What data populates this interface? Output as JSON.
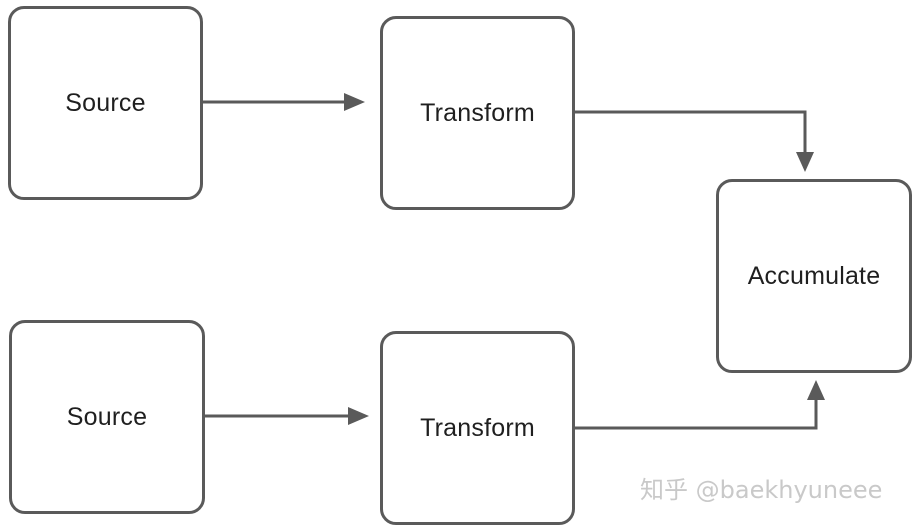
{
  "diagram": {
    "nodes": [
      {
        "id": "source-1",
        "label": "Source"
      },
      {
        "id": "transform-1",
        "label": "Transform"
      },
      {
        "id": "accumulate",
        "label": "Accumulate"
      },
      {
        "id": "source-2",
        "label": "Source"
      },
      {
        "id": "transform-2",
        "label": "Transform"
      }
    ],
    "edges": [
      {
        "from": "source-1",
        "to": "transform-1"
      },
      {
        "from": "transform-1",
        "to": "accumulate"
      },
      {
        "from": "source-2",
        "to": "transform-2"
      },
      {
        "from": "transform-2",
        "to": "accumulate"
      }
    ]
  },
  "watermark": "知乎 @baekhyuneee",
  "colors": {
    "stroke": "#5a5a5a",
    "text": "#1f1f1f",
    "watermark": "#c9c9c9",
    "background": "#ffffff"
  }
}
